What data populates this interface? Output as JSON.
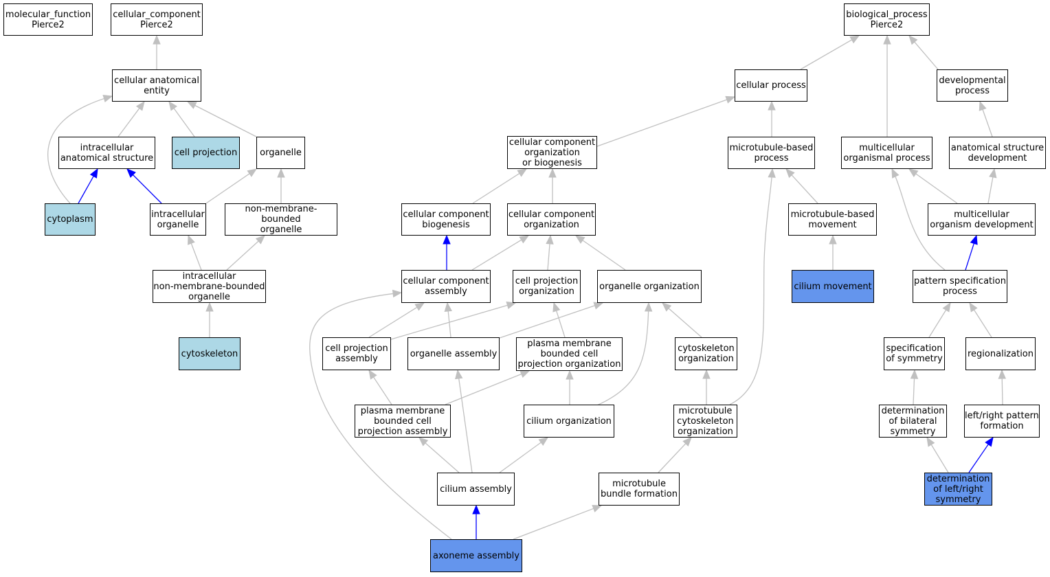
{
  "colors": {
    "edge_default": "#c0c0c0",
    "edge_highlight": "#0000ff",
    "node_plain": "#ffffff",
    "node_light": "#add8e6",
    "node_dark": "#6495ed"
  },
  "nodes": [
    {
      "id": "mf",
      "label": "molecular_function\nPierce2",
      "fill": "plain"
    },
    {
      "id": "cc",
      "label": "cellular_component\nPierce2",
      "fill": "plain"
    },
    {
      "id": "bp",
      "label": "biological_process\nPierce2",
      "fill": "plain"
    },
    {
      "id": "cae",
      "label": "cellular anatomical\nentity",
      "fill": "plain"
    },
    {
      "id": "ias",
      "label": "intracellular\nanatomical structure",
      "fill": "plain"
    },
    {
      "id": "cproj",
      "label": "cell projection",
      "fill": "light"
    },
    {
      "id": "org",
      "label": "organelle",
      "fill": "plain"
    },
    {
      "id": "cyto",
      "label": "cytoplasm",
      "fill": "light"
    },
    {
      "id": "io",
      "label": "intracellular\norganelle",
      "fill": "plain"
    },
    {
      "id": "nmbo",
      "label": "non-membrane-bounded\norganelle",
      "fill": "plain"
    },
    {
      "id": "inmbo",
      "label": "intracellular\nnon-membrane-bounded\norganelle",
      "fill": "plain"
    },
    {
      "id": "cytosk",
      "label": "cytoskeleton",
      "fill": "light"
    },
    {
      "id": "cp",
      "label": "cellular process",
      "fill": "plain"
    },
    {
      "id": "devp",
      "label": "developmental\nprocess",
      "fill": "plain"
    },
    {
      "id": "ccob",
      "label": "cellular component\norganization\nor biogenesis",
      "fill": "plain"
    },
    {
      "id": "mtbp",
      "label": "microtubule-based\nprocess",
      "fill": "plain"
    },
    {
      "id": "mop",
      "label": "multicellular\norganismal process",
      "fill": "plain"
    },
    {
      "id": "asd",
      "label": "anatomical structure\ndevelopment",
      "fill": "plain"
    },
    {
      "id": "ccb",
      "label": "cellular component\nbiogenesis",
      "fill": "plain"
    },
    {
      "id": "cco",
      "label": "cellular component\norganization",
      "fill": "plain"
    },
    {
      "id": "mtbm",
      "label": "microtubule-based\nmovement",
      "fill": "plain"
    },
    {
      "id": "mod",
      "label": "multicellular\norganism development",
      "fill": "plain"
    },
    {
      "id": "cca",
      "label": "cellular component\nassembly",
      "fill": "plain"
    },
    {
      "id": "cpo",
      "label": "cell projection\norganization",
      "fill": "plain"
    },
    {
      "id": "oo",
      "label": "organelle organization",
      "fill": "plain"
    },
    {
      "id": "cm",
      "label": "cilium movement",
      "fill": "dark"
    },
    {
      "id": "psp",
      "label": "pattern specification\nprocess",
      "fill": "plain"
    },
    {
      "id": "cpa",
      "label": "cell projection\nassembly",
      "fill": "plain"
    },
    {
      "id": "oa",
      "label": "organelle assembly",
      "fill": "plain"
    },
    {
      "id": "pmbcpo",
      "label": "plasma membrane\nbounded cell\nprojection organization",
      "fill": "plain"
    },
    {
      "id": "cso",
      "label": "cytoskeleton\norganization",
      "fill": "plain"
    },
    {
      "id": "sos",
      "label": "specification\nof symmetry",
      "fill": "plain"
    },
    {
      "id": "reg",
      "label": "regionalization",
      "fill": "plain"
    },
    {
      "id": "pmbcpa",
      "label": "plasma membrane\nbounded cell\nprojection assembly",
      "fill": "plain"
    },
    {
      "id": "co",
      "label": "cilium organization",
      "fill": "plain"
    },
    {
      "id": "mtco",
      "label": "microtubule\ncytoskeleton\norganization",
      "fill": "plain"
    },
    {
      "id": "dbs",
      "label": "determination\nof bilateral\nsymmetry",
      "fill": "plain"
    },
    {
      "id": "lrpf",
      "label": "left/right pattern\nformation",
      "fill": "plain"
    },
    {
      "id": "ca",
      "label": "cilium assembly",
      "fill": "plain"
    },
    {
      "id": "mbf",
      "label": "microtubule\nbundle formation",
      "fill": "plain"
    },
    {
      "id": "dlrs",
      "label": "determination\nof left/right\nsymmetry",
      "fill": "dark"
    },
    {
      "id": "aa",
      "label": "axoneme assembly",
      "fill": "dark"
    }
  ],
  "edges": [
    {
      "from": "cae",
      "to": "cc",
      "color": "default"
    },
    {
      "from": "ias",
      "to": "cae",
      "color": "default"
    },
    {
      "from": "cproj",
      "to": "cae",
      "color": "default"
    },
    {
      "from": "org",
      "to": "cae",
      "color": "default"
    },
    {
      "from": "cyto",
      "to": "cae",
      "color": "default"
    },
    {
      "from": "cyto",
      "to": "ias",
      "color": "highlight"
    },
    {
      "from": "io",
      "to": "ias",
      "color": "highlight"
    },
    {
      "from": "io",
      "to": "org",
      "color": "default"
    },
    {
      "from": "nmbo",
      "to": "org",
      "color": "default"
    },
    {
      "from": "inmbo",
      "to": "io",
      "color": "default"
    },
    {
      "from": "inmbo",
      "to": "nmbo",
      "color": "default"
    },
    {
      "from": "cytosk",
      "to": "inmbo",
      "color": "default"
    },
    {
      "from": "cp",
      "to": "bp",
      "color": "default"
    },
    {
      "from": "mop",
      "to": "bp",
      "color": "default"
    },
    {
      "from": "devp",
      "to": "bp",
      "color": "default"
    },
    {
      "from": "ccob",
      "to": "cp",
      "color": "default"
    },
    {
      "from": "mtbp",
      "to": "cp",
      "color": "default"
    },
    {
      "from": "asd",
      "to": "devp",
      "color": "default"
    },
    {
      "from": "ccb",
      "to": "ccob",
      "color": "default"
    },
    {
      "from": "cco",
      "to": "ccob",
      "color": "default"
    },
    {
      "from": "mtbm",
      "to": "mtbp",
      "color": "default"
    },
    {
      "from": "mod",
      "to": "mop",
      "color": "default"
    },
    {
      "from": "mod",
      "to": "asd",
      "color": "default"
    },
    {
      "from": "cca",
      "to": "ccb",
      "color": "highlight"
    },
    {
      "from": "cca",
      "to": "cco",
      "color": "default"
    },
    {
      "from": "cpo",
      "to": "cco",
      "color": "default"
    },
    {
      "from": "oo",
      "to": "cco",
      "color": "default"
    },
    {
      "from": "cm",
      "to": "mtbm",
      "color": "default"
    },
    {
      "from": "psp",
      "to": "mod",
      "color": "highlight"
    },
    {
      "from": "psp",
      "to": "mop",
      "color": "default"
    },
    {
      "from": "cpa",
      "to": "cca",
      "color": "default"
    },
    {
      "from": "cpa",
      "to": "cpo",
      "color": "default"
    },
    {
      "from": "oa",
      "to": "cca",
      "color": "default"
    },
    {
      "from": "oa",
      "to": "oo",
      "color": "default"
    },
    {
      "from": "pmbcpo",
      "to": "cpo",
      "color": "default"
    },
    {
      "from": "cso",
      "to": "oo",
      "color": "default"
    },
    {
      "from": "sos",
      "to": "psp",
      "color": "default"
    },
    {
      "from": "reg",
      "to": "psp",
      "color": "default"
    },
    {
      "from": "pmbcpa",
      "to": "cpa",
      "color": "default"
    },
    {
      "from": "pmbcpa",
      "to": "pmbcpo",
      "color": "default"
    },
    {
      "from": "co",
      "to": "pmbcpo",
      "color": "default"
    },
    {
      "from": "co",
      "to": "oo",
      "color": "default"
    },
    {
      "from": "mtco",
      "to": "cso",
      "color": "default"
    },
    {
      "from": "mtco",
      "to": "mtbp",
      "color": "default"
    },
    {
      "from": "dbs",
      "to": "sos",
      "color": "default"
    },
    {
      "from": "lrpf",
      "to": "reg",
      "color": "default"
    },
    {
      "from": "ca",
      "to": "pmbcpa",
      "color": "default"
    },
    {
      "from": "ca",
      "to": "oa",
      "color": "default"
    },
    {
      "from": "ca",
      "to": "co",
      "color": "default"
    },
    {
      "from": "mbf",
      "to": "mtco",
      "color": "default"
    },
    {
      "from": "dlrs",
      "to": "dbs",
      "color": "default"
    },
    {
      "from": "dlrs",
      "to": "lrpf",
      "color": "highlight"
    },
    {
      "from": "aa",
      "to": "ca",
      "color": "highlight"
    },
    {
      "from": "aa",
      "to": "mbf",
      "color": "default"
    },
    {
      "from": "aa",
      "to": "cca",
      "color": "default"
    }
  ]
}
